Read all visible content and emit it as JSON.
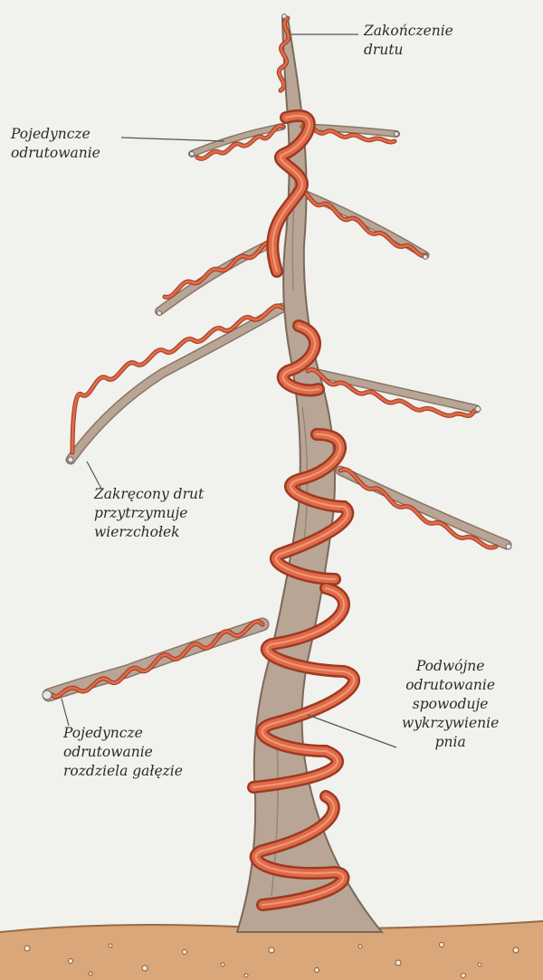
{
  "labels": {
    "wire_end": [
      "Zakończenie",
      "drutu"
    ],
    "single_top": [
      "Pojedyncze",
      "odrutowanie"
    ],
    "twisted": [
      "Zakręcony drut",
      "przytrzymuje",
      "wierzchołek"
    ],
    "double": [
      "Podwójne",
      "odrutowanie",
      "spowoduje",
      "wykrzywienie",
      "pnia"
    ],
    "single_low": [
      "Pojedyncze",
      "odrutowanie",
      "rozdziela gałęzie"
    ]
  },
  "colors": {
    "background": "#f1f1ee",
    "wood": "#b8a595",
    "wood_dark": "#8a7565",
    "wire": "#e06a48",
    "wire_dark": "#9c3a22",
    "soil": "#d9a77a",
    "soil_dots": "#f3ead7",
    "leader_line": "#555555"
  }
}
